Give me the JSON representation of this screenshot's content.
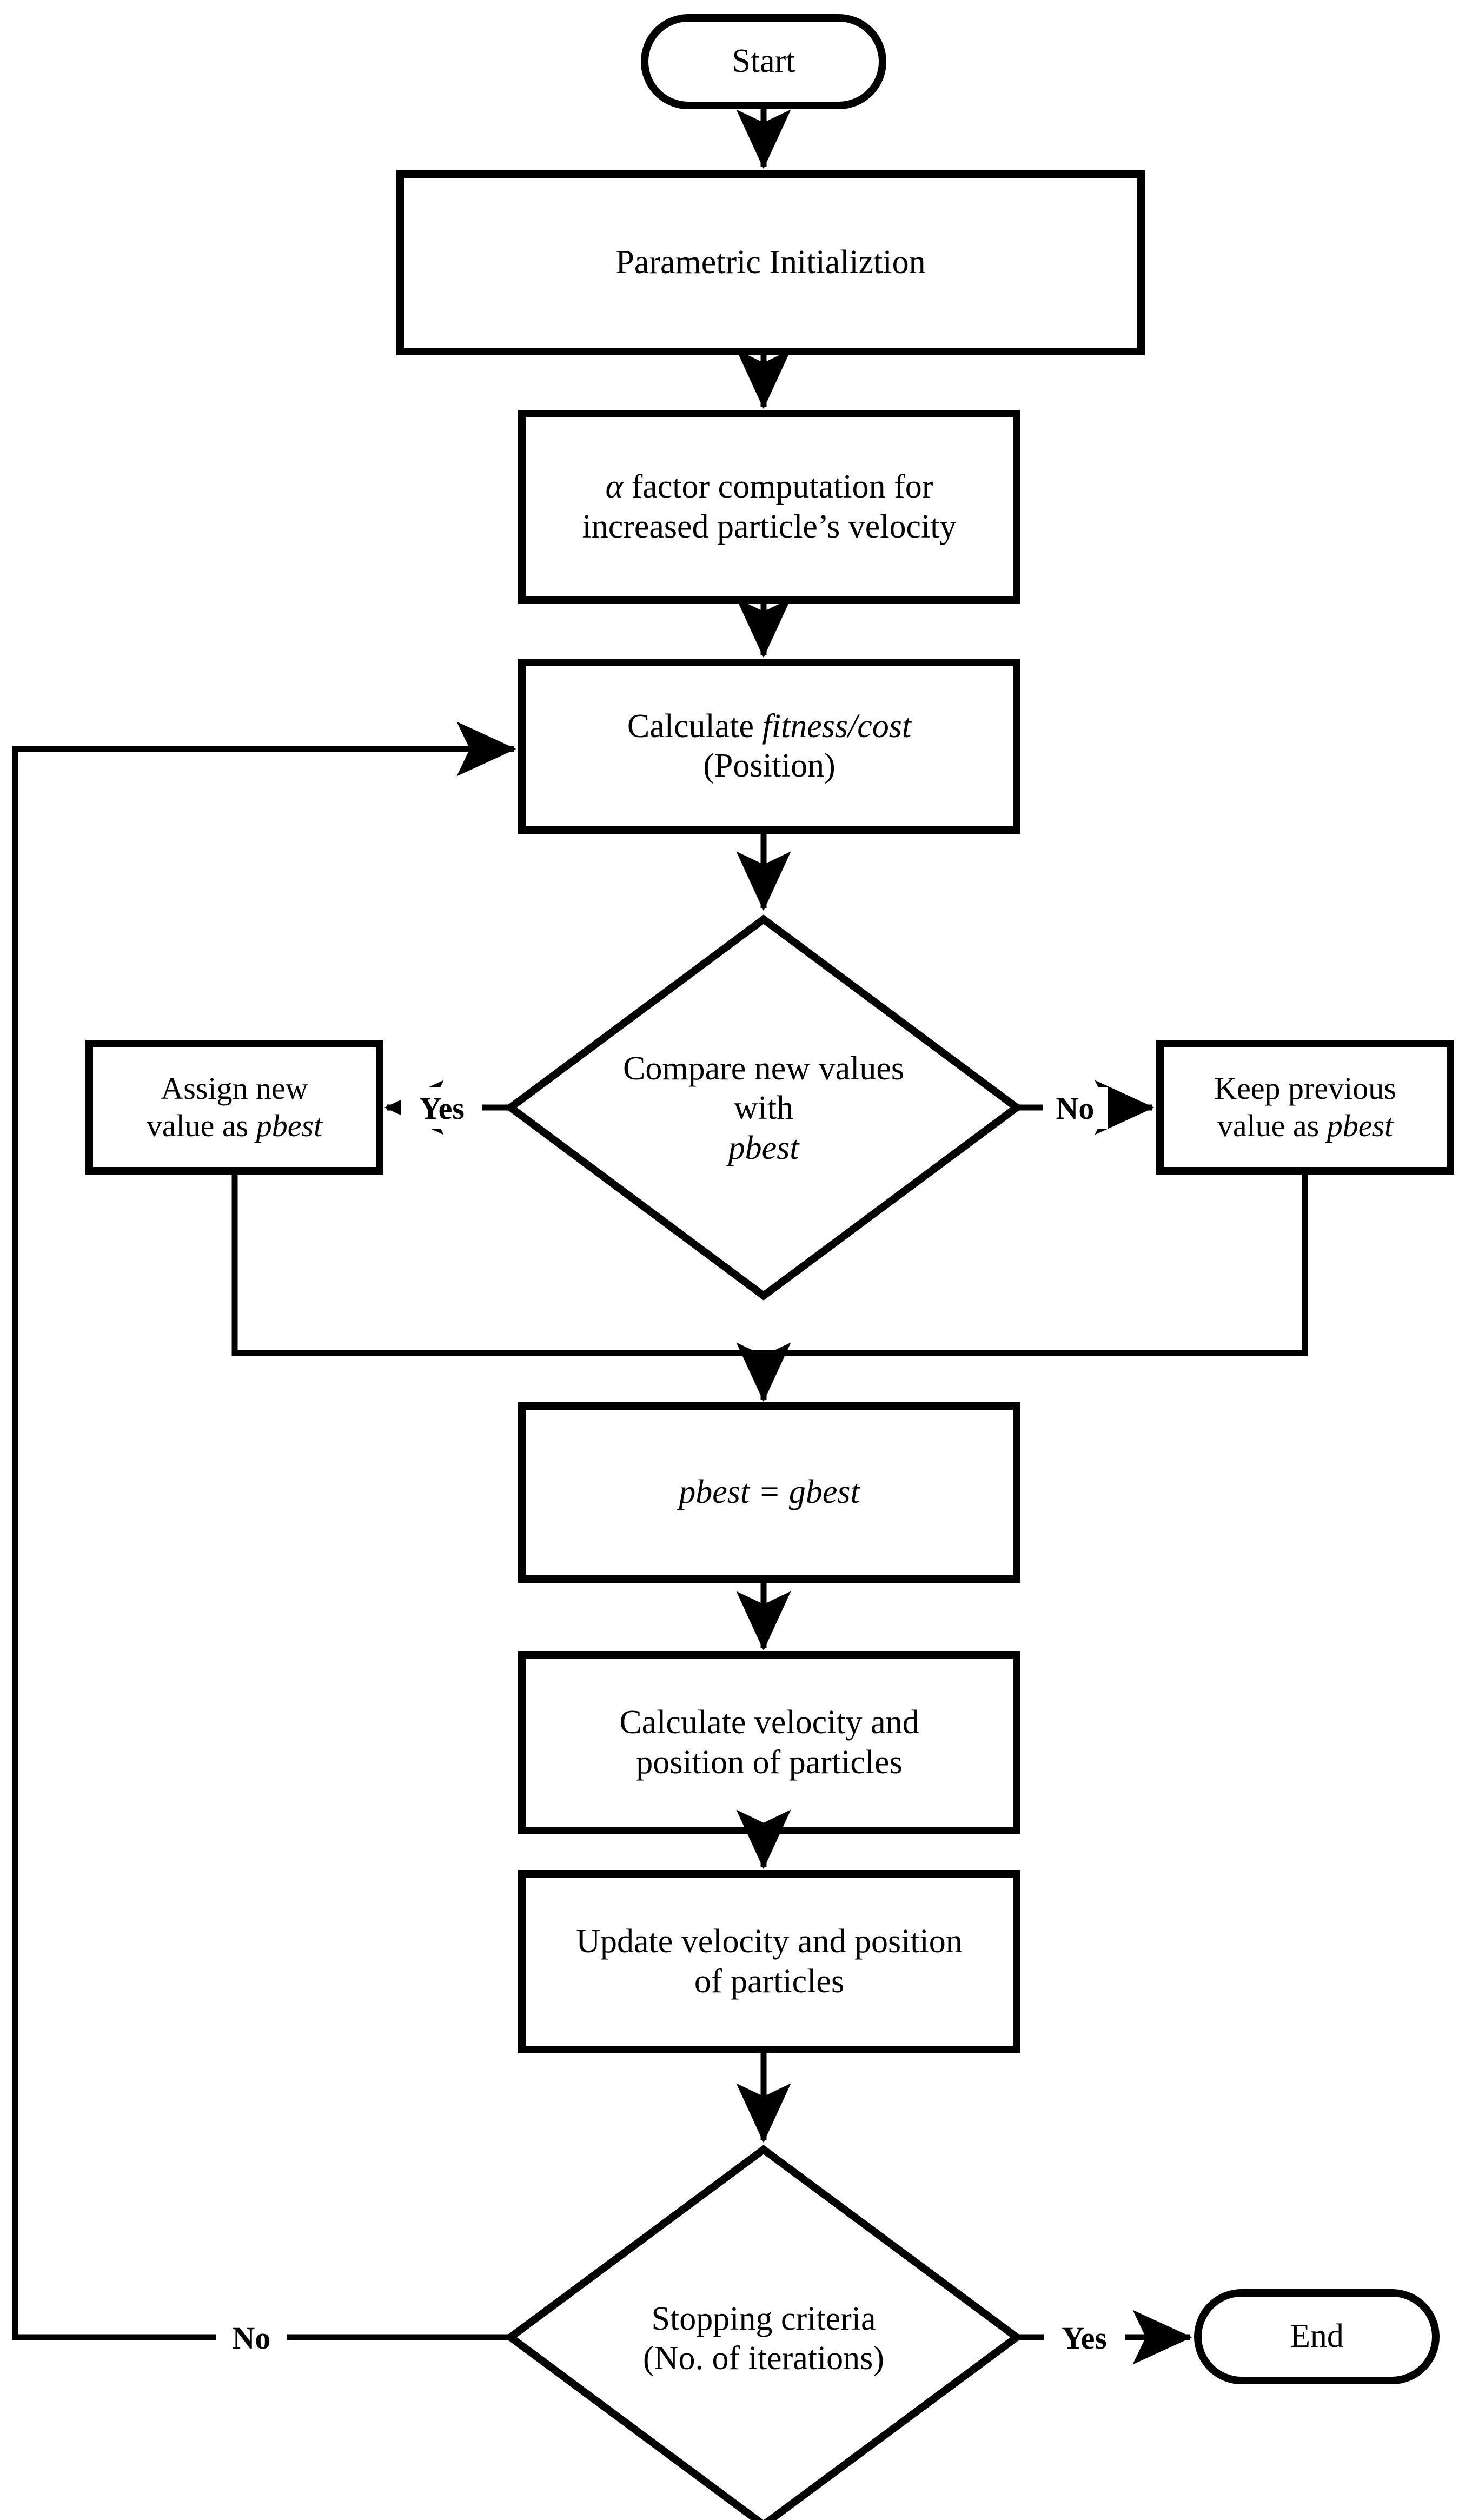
{
  "diagram": {
    "title": "PSO algorithm flowchart",
    "stroke_color": "#000000",
    "fill_color": "#ffffff",
    "background": "#ffffff"
  },
  "nodes": {
    "start": {
      "id": "start",
      "shape": "terminator",
      "label": "Start"
    },
    "init": {
      "id": "init",
      "shape": "process",
      "label": "Parametric Initializtion"
    },
    "alpha_l1": {
      "id": "alpha_l1",
      "shape": "process",
      "label_italic": "α",
      "label_rest": " factor computation for",
      "label_line2": "increased particle’s velocity"
    },
    "fitness_l1a": {
      "id": "fitness_l1a",
      "shape": "process",
      "label_plain": "Calculate ",
      "label_italic": "fitness/cost",
      "label_line2": "(Position)"
    },
    "compare": {
      "id": "compare",
      "shape": "decision",
      "label_line1": "Compare new values",
      "label_line2": "with",
      "label_italic": "pbest"
    },
    "assign": {
      "id": "assign",
      "shape": "process",
      "label_line1": "Assign new",
      "label_line2_plain": "value as ",
      "label_line2_italic": "pbest"
    },
    "keep": {
      "id": "keep",
      "shape": "process",
      "label_line1": "Keep previous",
      "label_line2_plain": "value as ",
      "label_line2_italic": "pbest"
    },
    "pbest_gbest": {
      "id": "pbest_gbest",
      "shape": "process",
      "label_italic": "pbest = gbest"
    },
    "calc_vp": {
      "id": "calc_vp",
      "shape": "process",
      "label_line1": "Calculate velocity and",
      "label_line2": "position of particles"
    },
    "update_vp": {
      "id": "update_vp",
      "shape": "process",
      "label_line1": "Update velocity and position",
      "label_line2": "of particles"
    },
    "stopping": {
      "id": "stopping",
      "shape": "decision",
      "label_line1": "Stopping criteria",
      "label_line2": "(No. of iterations)"
    },
    "end": {
      "id": "end",
      "shape": "terminator",
      "label": "End"
    }
  },
  "edge_labels": {
    "compare_yes": "Yes",
    "compare_no": "No",
    "stop_yes": "Yes",
    "stop_no": "No"
  },
  "edges": [
    {
      "from": "start",
      "to": "init",
      "label": ""
    },
    {
      "from": "init",
      "to": "alpha_l1",
      "label": ""
    },
    {
      "from": "alpha_l1",
      "to": "fitness_l1a",
      "label": ""
    },
    {
      "from": "fitness_l1a",
      "to": "compare",
      "label": ""
    },
    {
      "from": "compare",
      "to": "assign",
      "label": "Yes"
    },
    {
      "from": "compare",
      "to": "keep",
      "label": "No"
    },
    {
      "from": "assign",
      "to": "pbest_gbest",
      "label": ""
    },
    {
      "from": "keep",
      "to": "pbest_gbest",
      "label": ""
    },
    {
      "from": "pbest_gbest",
      "to": "calc_vp",
      "label": ""
    },
    {
      "from": "calc_vp",
      "to": "update_vp",
      "label": ""
    },
    {
      "from": "update_vp",
      "to": "stopping",
      "label": ""
    },
    {
      "from": "stopping",
      "to": "end",
      "label": "Yes"
    },
    {
      "from": "stopping",
      "to": "fitness_l1a",
      "label": "No"
    }
  ]
}
